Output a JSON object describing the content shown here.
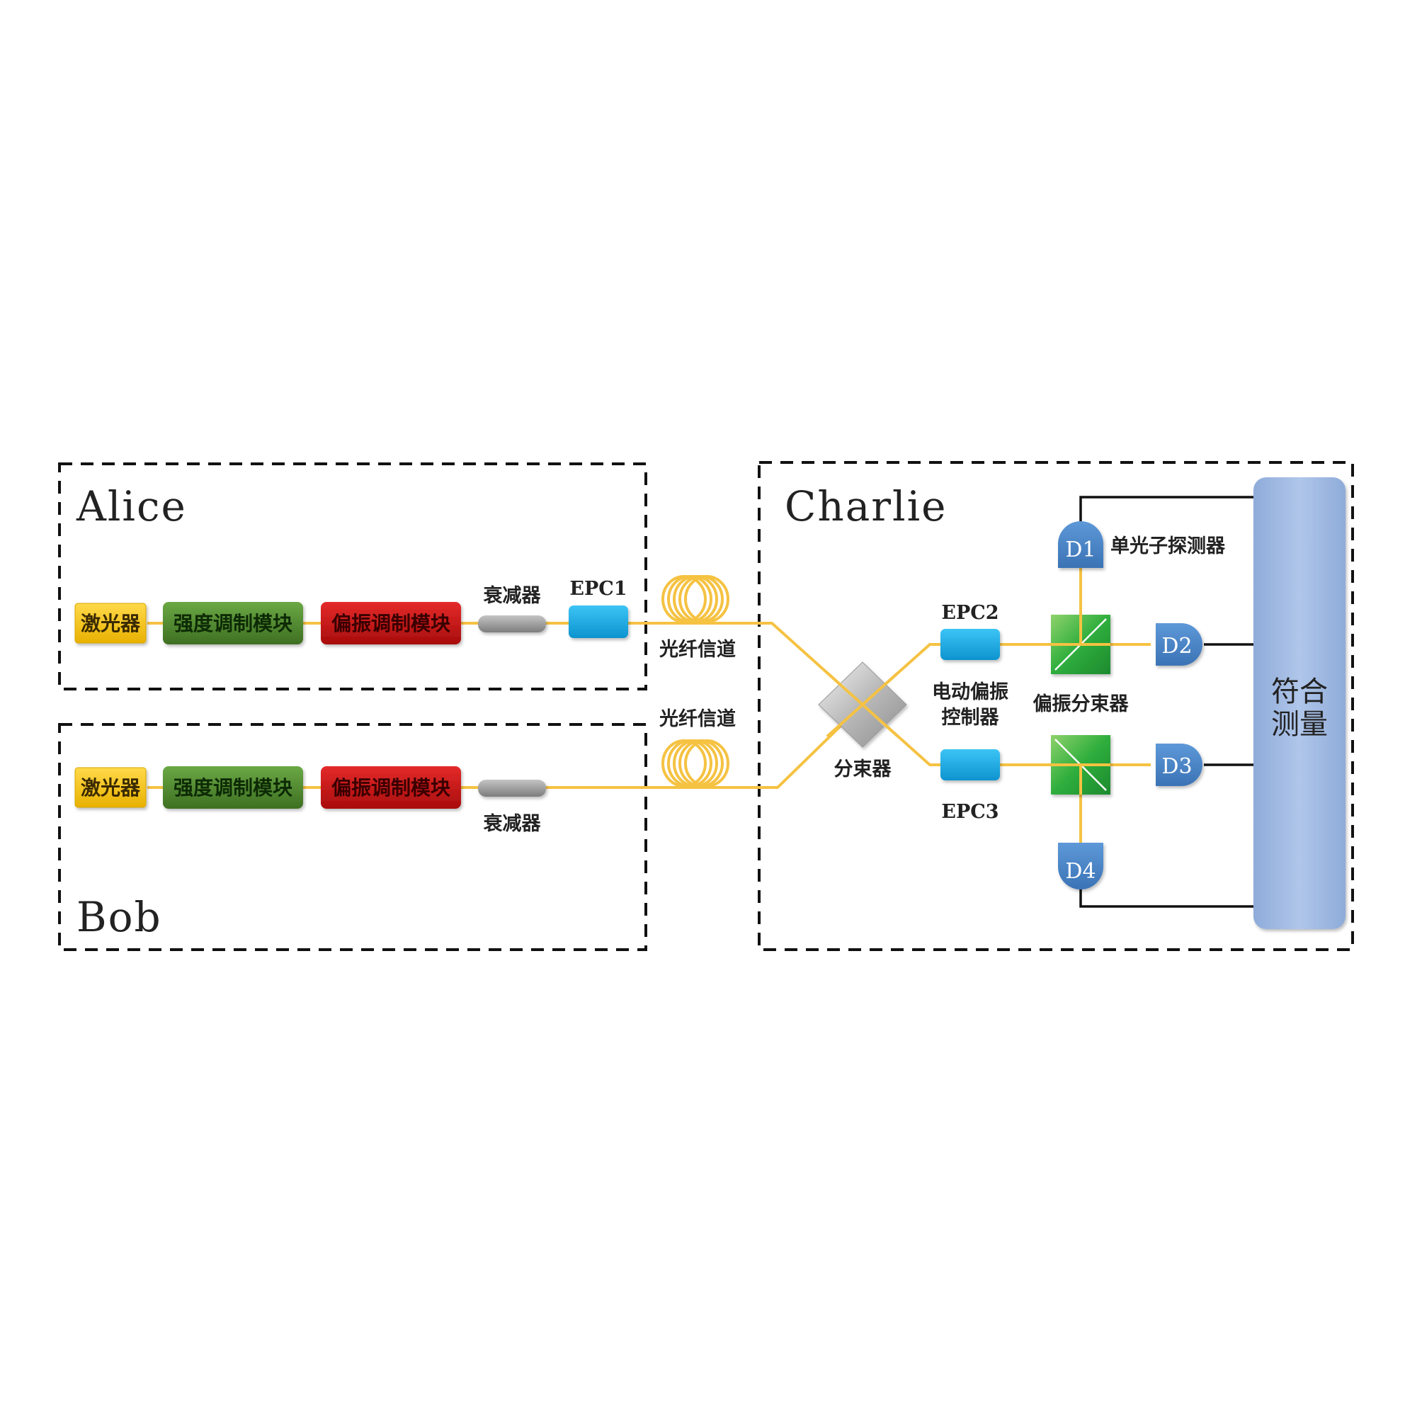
{
  "alice": {
    "name": "Alice",
    "laser": "激光器",
    "intensity_mod": "强度调制模块",
    "polarization_mod": "偏振调制模块",
    "attenuator": "衰减器",
    "epc": "EPC1",
    "channel": "光纤信道"
  },
  "bob": {
    "name": "Bob",
    "laser": "激光器",
    "intensity_mod": "强度调制模块",
    "polarization_mod": "偏振调制模块",
    "attenuator": "衰减器",
    "channel": "光纤信道"
  },
  "charlie": {
    "name": "Charlie",
    "beam_splitter": "分束器",
    "epc2": "EPC2",
    "epc3": "EPC3",
    "epc_desc_line1": "电动偏振",
    "epc_desc_line2": "控制器",
    "pbs": "偏振分束器",
    "spd": "单光子探测器",
    "d1": "D1",
    "d2": "D2",
    "d3": "D3",
    "d4": "D4",
    "coincidence_line1": "符合",
    "coincidence_line2": "测量"
  },
  "colors": {
    "laser": "#f5c400",
    "intensity_mod": "#4f8a2e",
    "polarization_mod": "#cc1111",
    "attenuator": "#9a9a9a",
    "epc": "#16a9e3",
    "fiber": "#f5c242",
    "pbs": "#3cb44b",
    "detector": "#4a86c8",
    "coincidence": "#98b4de"
  }
}
